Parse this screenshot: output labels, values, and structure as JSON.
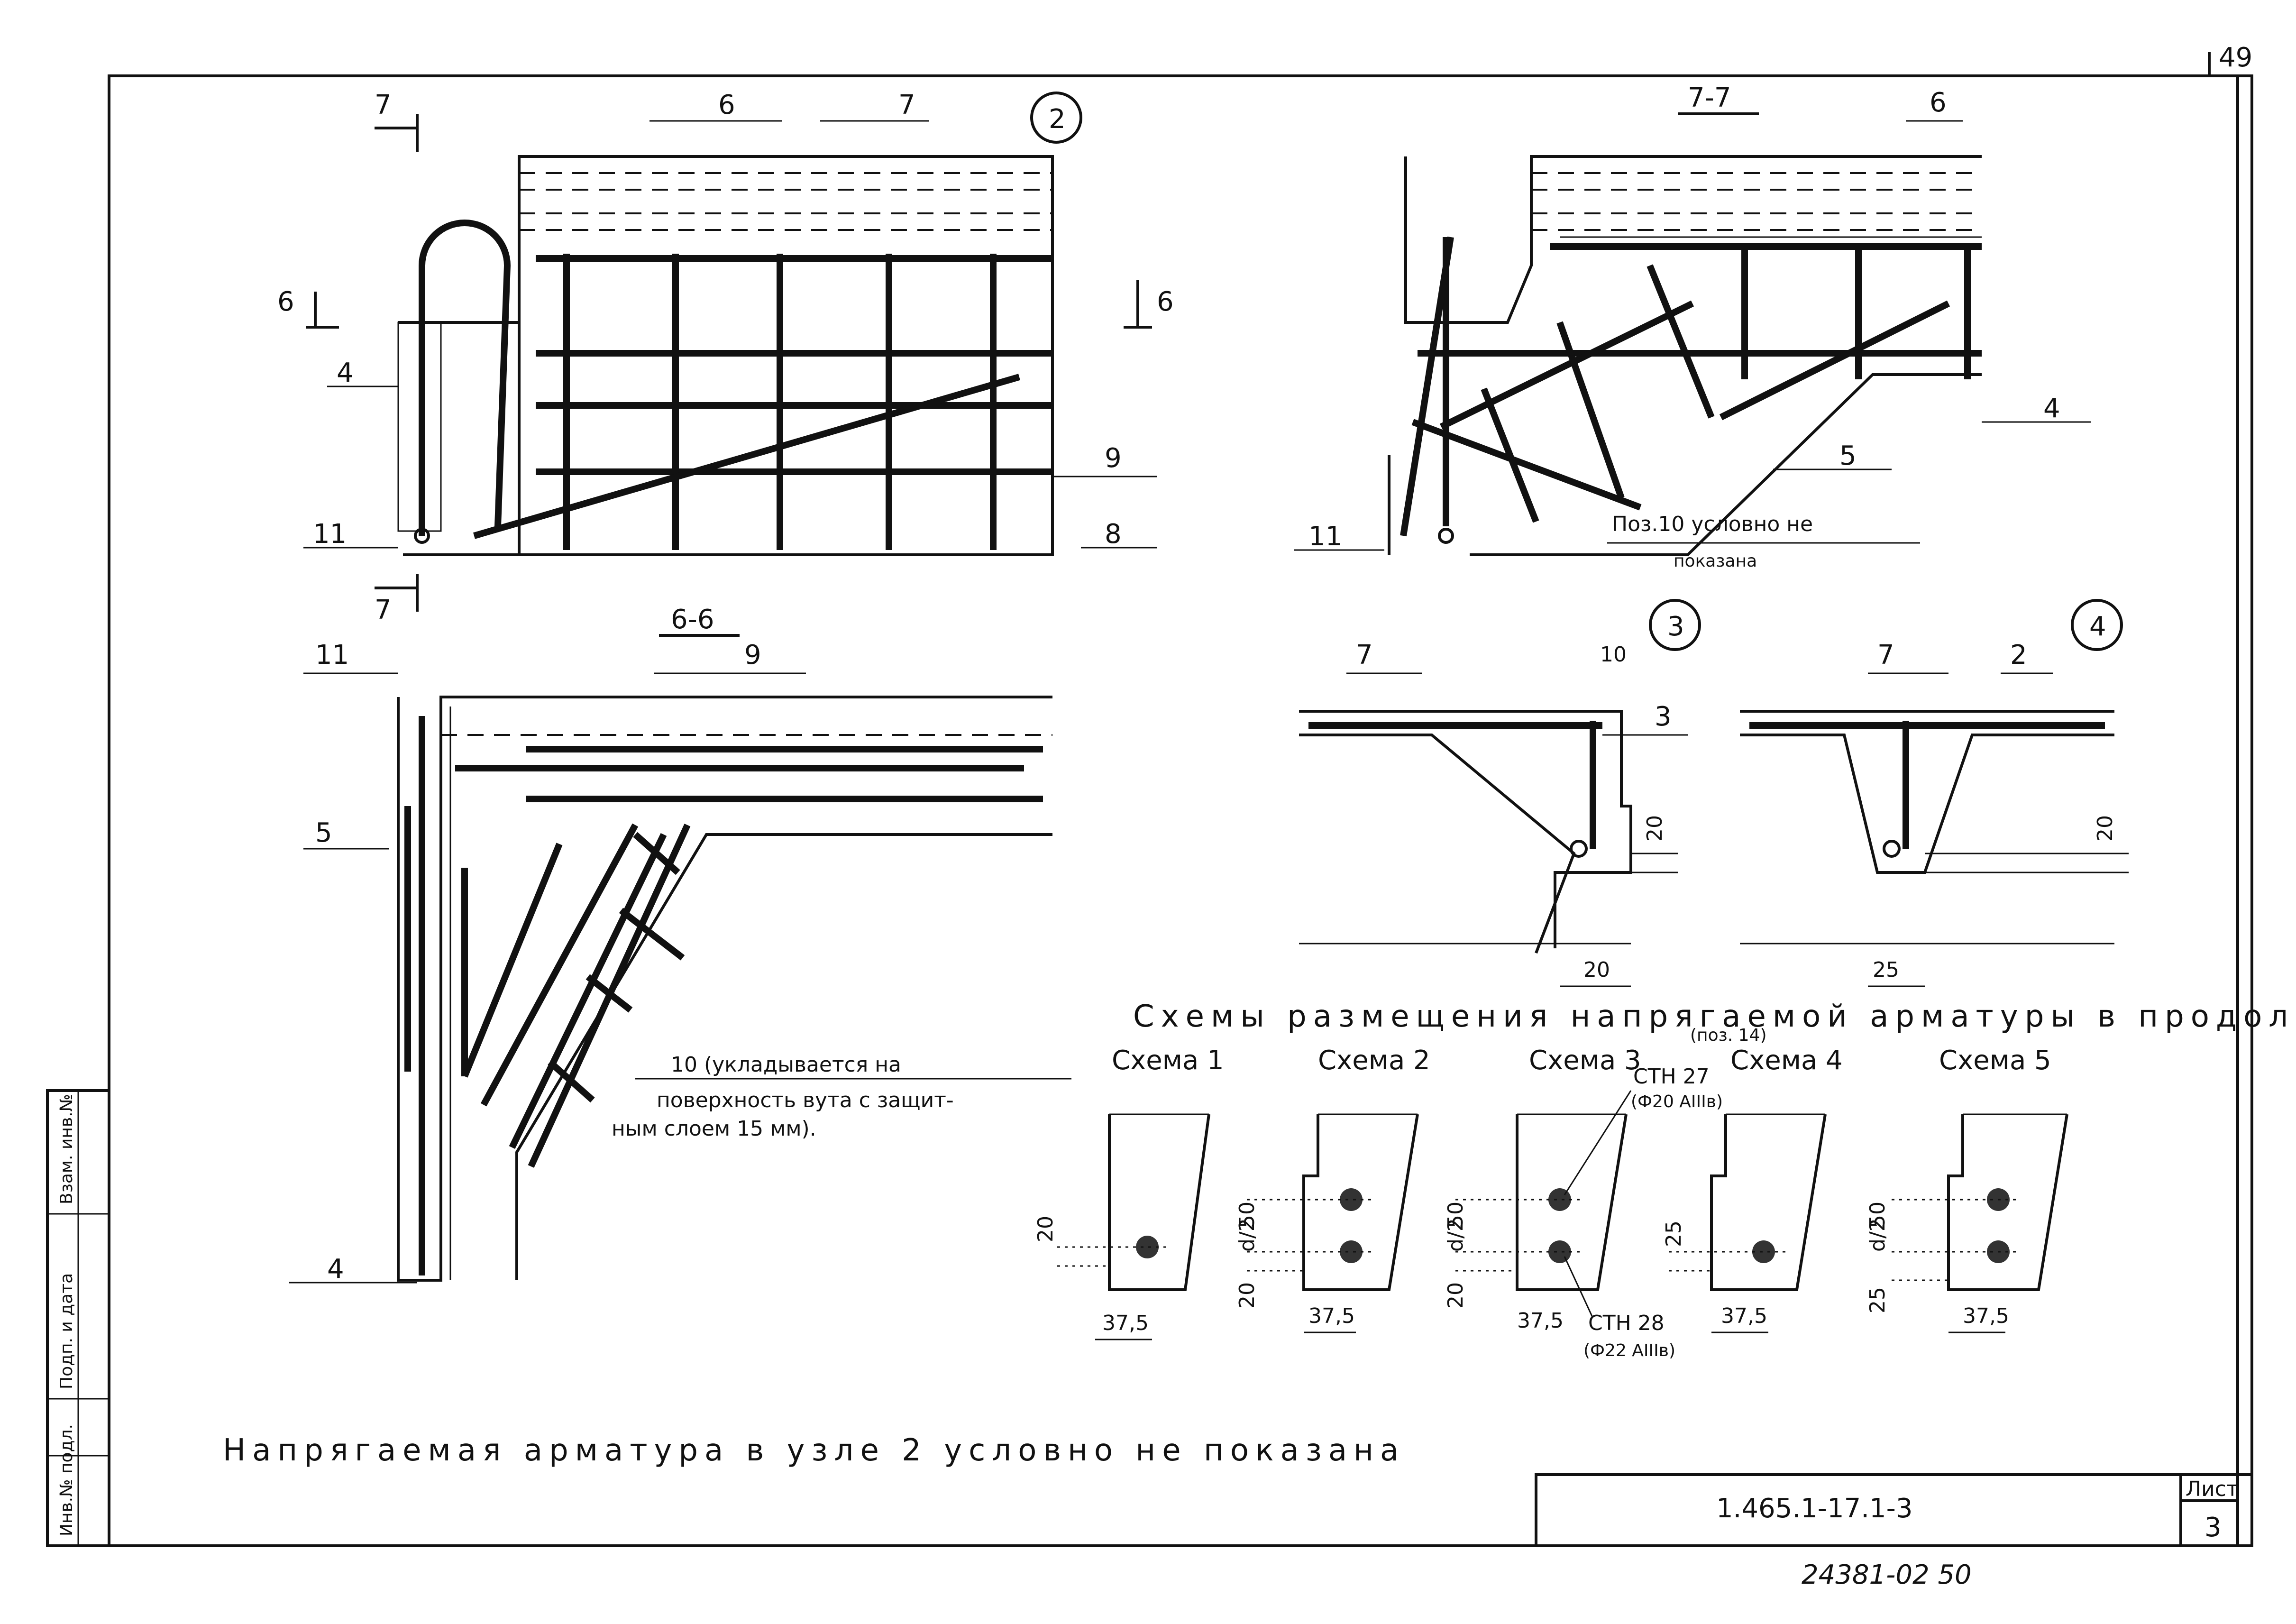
{
  "sheet": {
    "page_number": "49",
    "code": "1.465.1-17.1-3",
    "sheet_label": "Лист",
    "sheet_number": "3",
    "inventory": "24381-02  50"
  },
  "side_stamp": {
    "inv_podl": "Инв.№ подл.",
    "podp_data": "Подп. и дата",
    "vzam_inv": "Взам. инв.№"
  },
  "views": {
    "node2": {
      "circle": "2"
    },
    "node3": {
      "circle": "3",
      "dim_top": "10",
      "dim_side": "20",
      "dim_bottom": "20"
    },
    "node4": {
      "circle": "4",
      "dim_side": "20",
      "dim_bottom": "25"
    },
    "section77": {
      "title": "7-7",
      "note_line1": "Поз.10  условно  не",
      "note_line2": "показана"
    },
    "section66": {
      "title": "6-6",
      "note_line1": "10 (укладывается  на",
      "note_line2": "поверхность  вута  с  защит-",
      "note_line3": "ным  слоем  15 мм)."
    }
  },
  "section_marks": {
    "cut7": "7",
    "cut6": "6"
  },
  "positions": [
    "2",
    "3",
    "4",
    "5",
    "6",
    "7",
    "8",
    "9",
    "10",
    "11"
  ],
  "schemes": {
    "title": "Схемы  размещения  напрягаемой  арматуры в продольном ребре плиты",
    "title_note": "(поз. 14)",
    "items": [
      {
        "label": "Схема 1",
        "d1": "20",
        "d2": "",
        "x": "37,5"
      },
      {
        "label": "Схема 2",
        "d1": "50",
        "d2": "20",
        "frac": "d/2",
        "x": "37,5"
      },
      {
        "label": "Схема 3",
        "d1": "50",
        "d2": "20",
        "frac": "d/2",
        "x": "37,5",
        "top_label": "СТН 27",
        "top_sub": "(Ф20 АIIIв)",
        "bottom_label": "СТН 28",
        "bottom_sub": "(Ф22 АIIIв)"
      },
      {
        "label": "Схема 4",
        "d1": "25",
        "d2": "",
        "x": "37,5"
      },
      {
        "label": "Схема 5",
        "d1": "50",
        "d2": "25",
        "frac": "d/2",
        "x": "37,5"
      }
    ]
  },
  "footnote": "Напрягаемая  арматура  в  узле 2  условно  не  показана"
}
